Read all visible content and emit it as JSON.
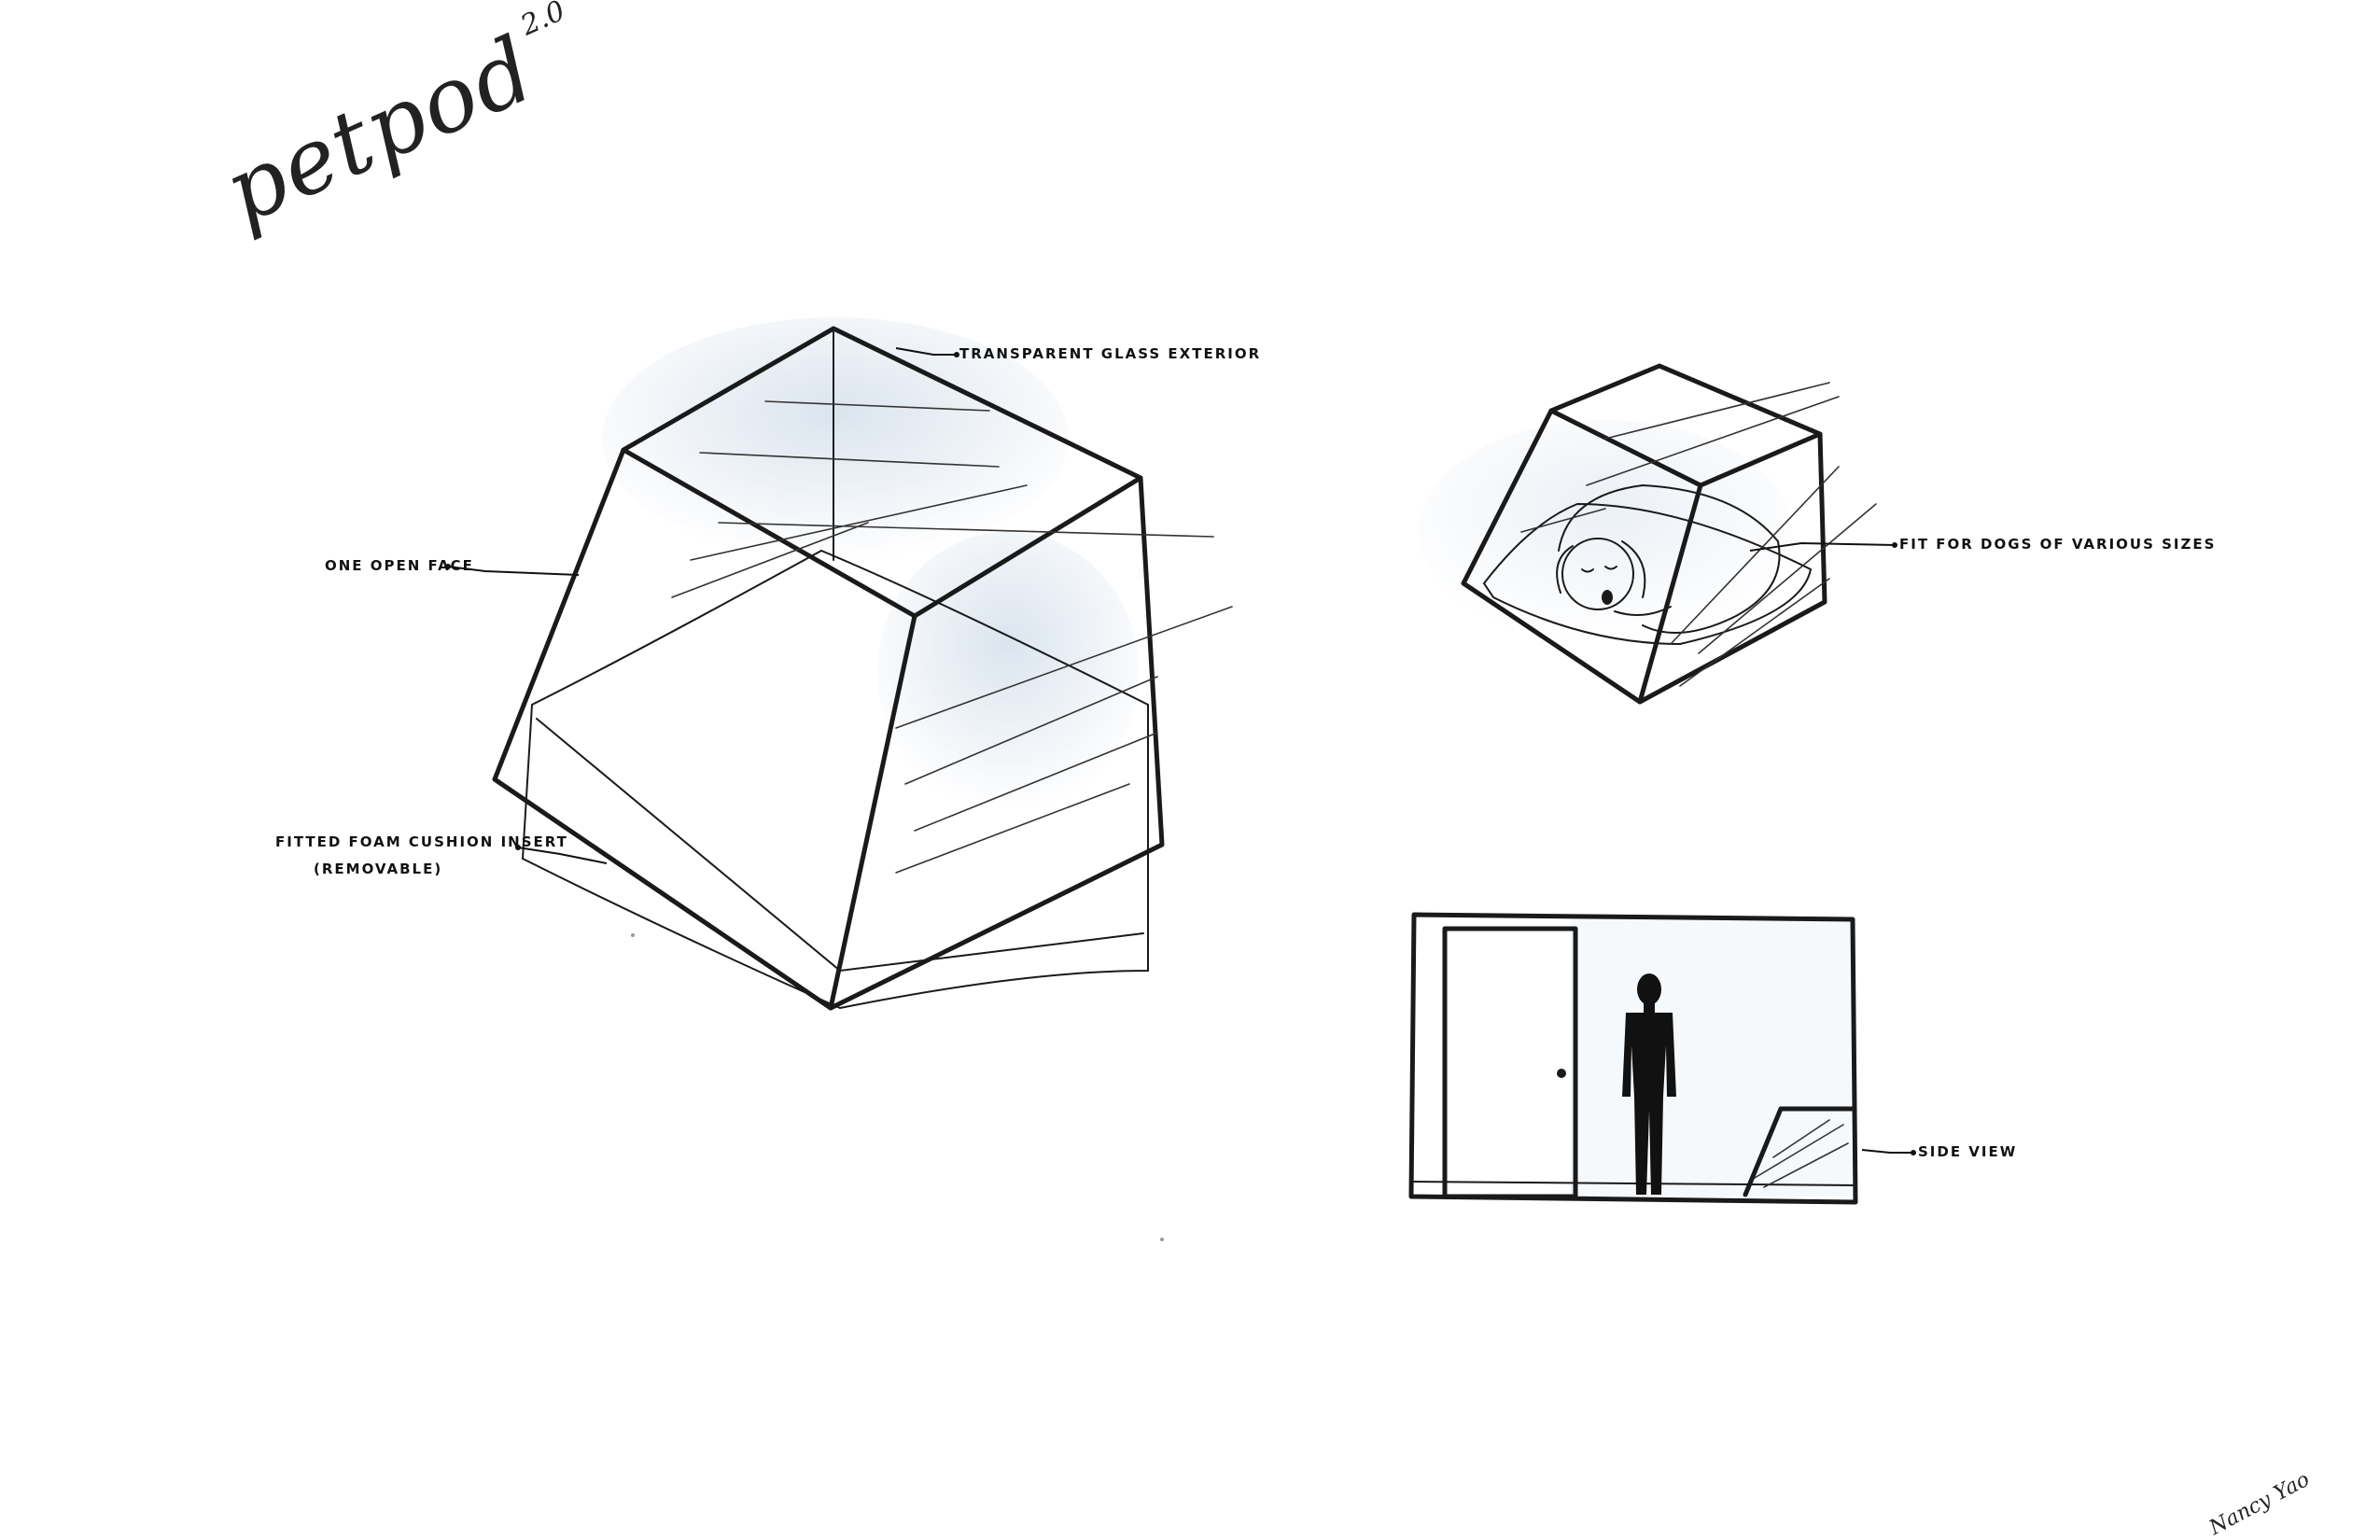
{
  "title": {
    "main": "petpod",
    "version": "2.0"
  },
  "labels": {
    "glass": "TRANSPARENT GLASS EXTERIOR",
    "open_face": "ONE OPEN FACE",
    "cushion_line1": "FITTED FOAM CUSHION INSERT",
    "cushion_line2": "(REMOVABLE)",
    "dogs": "FIT FOR DOGS OF VARIOUS SIZES",
    "side_view": "SIDE VIEW"
  },
  "signature": "Nancy Yao",
  "colors": {
    "ink": "#1a1a1a",
    "glass_wash": "#cfdbe8",
    "paper": "#ffffff"
  }
}
